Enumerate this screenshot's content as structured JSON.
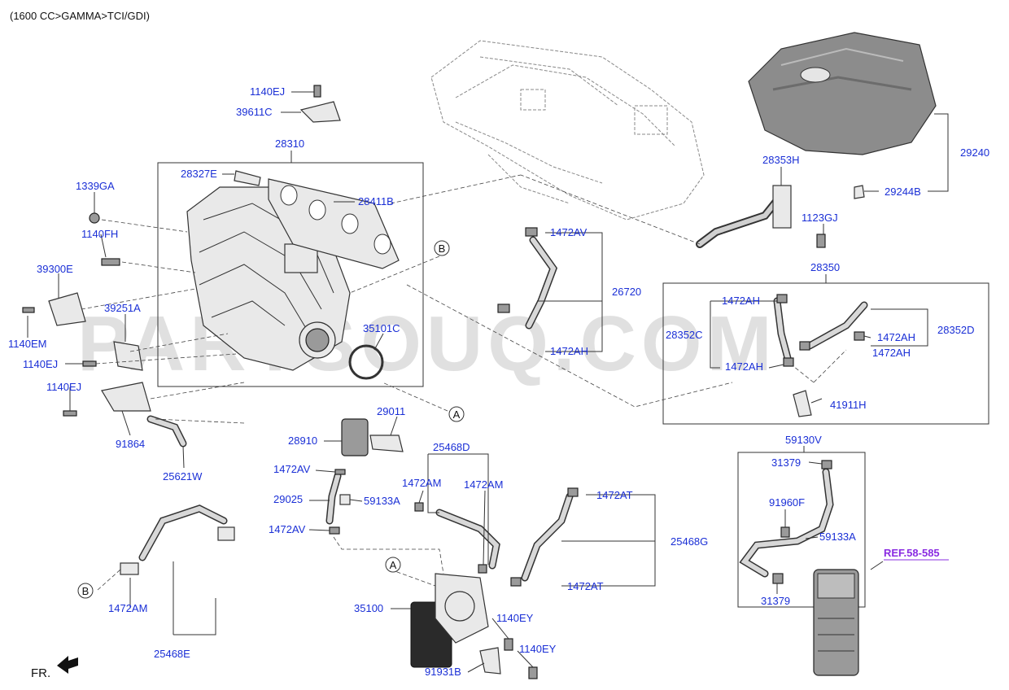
{
  "header": {
    "title": "(1600 CC>GAMMA>TCI/GDI)"
  },
  "watermark": "PARTSOUQ.COM",
  "orientation_label": "FR.",
  "ref_label": "REF.58-585",
  "circle_markers": {
    "a": "A",
    "b": "B"
  },
  "part_labels": {
    "p1140ej_top": "1140EJ",
    "p39611c": "39611C",
    "p28310": "28310",
    "p28327e": "28327E",
    "p28411b": "28411B",
    "p1339ga": "1339GA",
    "p1140fh": "1140FH",
    "p39300e": "39300E",
    "p1140em": "1140EM",
    "p39251a": "39251A",
    "p1140ej_mid": "1140EJ",
    "p1140ej_low": "1140EJ",
    "p35101c": "35101C",
    "p91864": "91864",
    "p25621w": "25621W",
    "p29011": "29011",
    "p28910": "28910",
    "p1472av_a": "1472AV",
    "p29025": "29025",
    "p59133a_a": "59133A",
    "p1472av_b": "1472AV",
    "p25468d": "25468D",
    "p1472am_a": "1472AM",
    "p1472am_b": "1472AM",
    "p1472am_c": "1472AM",
    "p25468e": "25468E",
    "p35100": "35100",
    "p1140ey_a": "1140EY",
    "p1140ey_b": "1140EY",
    "p91931b": "91931B",
    "p1472av_top": "1472AV",
    "p26720": "26720",
    "p1472ah_hose": "1472AH",
    "p1472at_a": "1472AT",
    "p1472at_b": "1472AT",
    "p25468g": "25468G",
    "p29240": "29240",
    "p29244b": "29244B",
    "p28353h": "28353H",
    "p1123gj": "1123GJ",
    "p28350": "28350",
    "p1472ah_1": "1472AH",
    "p28352c": "28352C",
    "p1472ah_2": "1472AH",
    "p1472ah_3": "1472AH",
    "p1472ah_4": "1472AH",
    "p28352d": "28352D",
    "p41911h": "41911H",
    "p59130v": "59130V",
    "p31379_a": "31379",
    "p91960f": "91960F",
    "p59133a_b": "59133A",
    "p31379_b": "31379"
  }
}
